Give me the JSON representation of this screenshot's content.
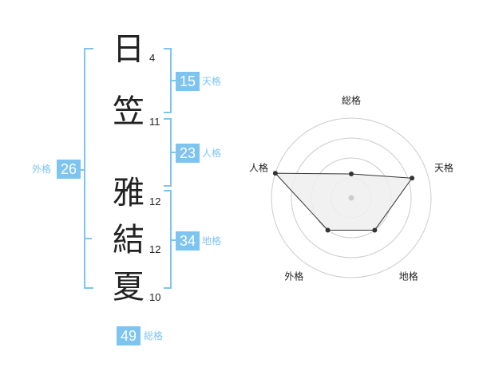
{
  "name": {
    "chars": [
      {
        "char": "日",
        "strokes": "4"
      },
      {
        "char": "笠",
        "strokes": "11"
      },
      {
        "char": "雅",
        "strokes": "12"
      },
      {
        "char": "結",
        "strokes": "12"
      },
      {
        "char": "夏",
        "strokes": "10"
      }
    ]
  },
  "kakusu": {
    "tenkaku": {
      "value": "15",
      "label": "天格"
    },
    "jinkaku": {
      "value": "23",
      "label": "人格"
    },
    "chikaku": {
      "value": "34",
      "label": "地格"
    },
    "gaikaku": {
      "value": "26",
      "label": "外格"
    },
    "soukaku": {
      "value": "49",
      "label": "総格"
    }
  },
  "chart_data": {
    "type": "radar",
    "axes": [
      "総格",
      "天格",
      "地格",
      "外格",
      "人格"
    ],
    "values": [
      0.3,
      0.8,
      0.5,
      0.5,
      1.0
    ],
    "range": [
      0,
      1
    ],
    "rings": 4,
    "colors": {
      "fill": "#efefef",
      "line": "#333333",
      "grid": "#cccccc",
      "center": "#cccccc"
    }
  }
}
